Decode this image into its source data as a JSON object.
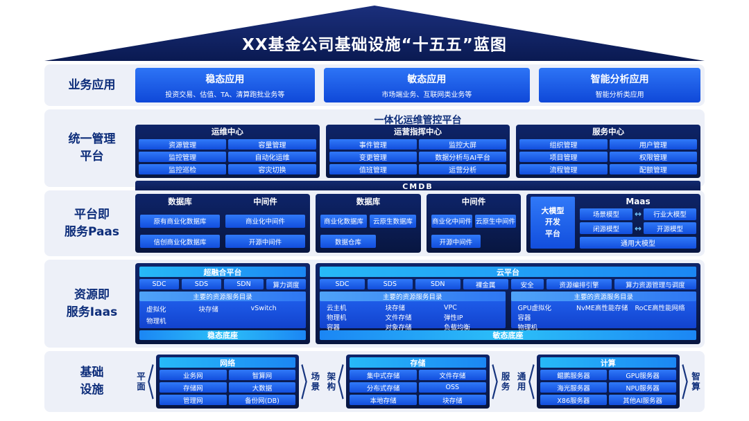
{
  "title": "XX基金公司基础设施“十五五”蓝图",
  "apps": {
    "label": "业务应用",
    "cards": [
      {
        "title": "稳态应用",
        "subtitle": "投资交易、估值、TA、清算跑批业务等"
      },
      {
        "title": "敏态应用",
        "subtitle": "市场端业务、互联网类业务等"
      },
      {
        "title": "智能分析应用",
        "subtitle": "智能分析类应用"
      }
    ]
  },
  "mgmt": {
    "label": "统一管理\n平台",
    "platform_title": "一体化运维管控平台",
    "centers": [
      {
        "title": "运维中心",
        "items": [
          "资源管理",
          "容量管理",
          "监控管理",
          "自动化运维",
          "监控巡检",
          "容灾切换"
        ]
      },
      {
        "title": "运营指挥中心",
        "items": [
          "事件管理",
          "监控大屏",
          "变更管理",
          "数据分析与AI平台",
          "值班管理",
          "运营分析"
        ]
      },
      {
        "title": "服务中心",
        "items": [
          "组织管理",
          "用户管理",
          "项目管理",
          "权限管理",
          "流程管理",
          "配额管理"
        ]
      }
    ],
    "cmdb": "CMDB"
  },
  "paas": {
    "label": "平台即\n服务Paas",
    "legacy": {
      "db_title": "数据库",
      "db_items": [
        "原有商业化数据库",
        "信创商业化数据库"
      ],
      "mw_title": "中间件",
      "mw_items": [
        "商业化中间件",
        "开源中间件"
      ]
    },
    "cloud_db": {
      "title": "数据库",
      "pair": [
        "商业化数据库",
        "云原生数据库"
      ],
      "single": "数据仓库"
    },
    "cloud_mw": {
      "title": "中间件",
      "pair": [
        "商业化中间件",
        "云原生中间件"
      ],
      "single": "开源中间件"
    },
    "maas": {
      "title": "Maas",
      "dev_platform": "大模型\n开发\n平台",
      "pairs": [
        {
          "left": "场景模型",
          "right": "行业大模型"
        },
        {
          "left": "闭源模型",
          "right": "开源模型"
        }
      ],
      "wide": "通用大模型",
      "arrow_icon": "↔"
    }
  },
  "iaas": {
    "label": "资源即\n服务Iaas",
    "hci": {
      "title": "超融合平台",
      "top_buttons": [
        "SDC",
        "SDS",
        "SDN",
        "算力调度"
      ],
      "catalog_title": "主要的资源服务目录",
      "items": [
        "虚拟化",
        "块存储",
        "vSwitch",
        "物理机"
      ],
      "footer": "稳态底座"
    },
    "cloud": {
      "title": "云平台",
      "top_buttons": [
        "SDC",
        "SDS",
        "SDN",
        "裸金属",
        "安全",
        "资源编排引擎",
        "算力资源管理与调度"
      ],
      "catalog1": {
        "title": "主要的资源服务目录",
        "items": [
          "云主机",
          "块存储",
          "VPC",
          "物理机",
          "文件存储",
          "弹性IP",
          "容器",
          "对象存储",
          "负载均衡"
        ]
      },
      "catalog2": {
        "title": "主要的资源服务目录",
        "items": [
          "GPU虚拟化",
          "NvME高性能存储",
          "RoCE高性能网络",
          "容器",
          "物理机"
        ]
      },
      "footer": "敏态底座"
    }
  },
  "infra": {
    "label": "基础\n设施",
    "groups": [
      {
        "left": "平面",
        "right": "场景",
        "title": "网络",
        "items": [
          "业务网",
          "智算网",
          "存储网",
          "大数据",
          "管理网",
          "备份网(DB)"
        ]
      },
      {
        "left": "架构",
        "right": "服务",
        "title": "存储",
        "items": [
          "集中式存储",
          "文件存储",
          "分布式存储",
          "OSS",
          "本地存储",
          "块存储"
        ]
      },
      {
        "left": "通用",
        "right": "智算",
        "title": "计算",
        "items": [
          "鲲鹏服务器",
          "GPU服务器",
          "海光服务器",
          "NPU服务器",
          "X86服务器",
          "其他AI服务器"
        ]
      }
    ]
  }
}
